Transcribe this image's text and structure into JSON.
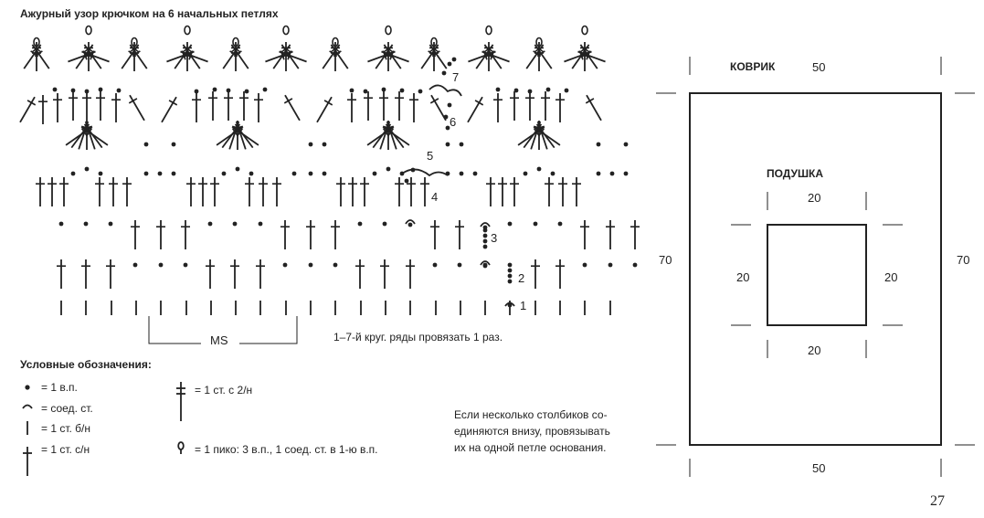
{
  "title": "Ажурный узор крючком на 6 начальных петлях",
  "row_numbers": [
    "1",
    "2",
    "3",
    "4",
    "5",
    "6",
    "7"
  ],
  "ms_label": "MS",
  "repeat_note": "1–7-й круг. ряды провязать 1 раз.",
  "legend": {
    "title": "Условные обозначения:",
    "items": [
      {
        "icon": "chain-stitch-icon",
        "text": "= 1 в.п."
      },
      {
        "icon": "slip-stitch-icon",
        "text": "= соед. ст."
      },
      {
        "icon": "single-crochet-icon",
        "text": "= 1 ст. б/н"
      },
      {
        "icon": "double-crochet-icon",
        "text": "= 1 ст. с/н"
      },
      {
        "icon": "treble-crochet-icon",
        "text": "= 1 ст. с 2/н"
      },
      {
        "icon": "picot-icon",
        "text": "= 1 пико: 3 в.п., 1 соед. ст. в 1-ю в.п."
      }
    ]
  },
  "joined_note": "Если несколько столбиков со-\nединяются внизу, провязывать\nих на одной петле основания.",
  "schematic": {
    "rug_label": "КОВРИК",
    "rug_width_top": "50",
    "rug_width_bottom": "50",
    "rug_height_left": "70",
    "rug_height_right": "70",
    "pillow_label": "ПОДУШКА",
    "pillow_top": "20",
    "pillow_bottom": "20",
    "pillow_left": "20",
    "pillow_right": "20"
  },
  "page_number": "27"
}
